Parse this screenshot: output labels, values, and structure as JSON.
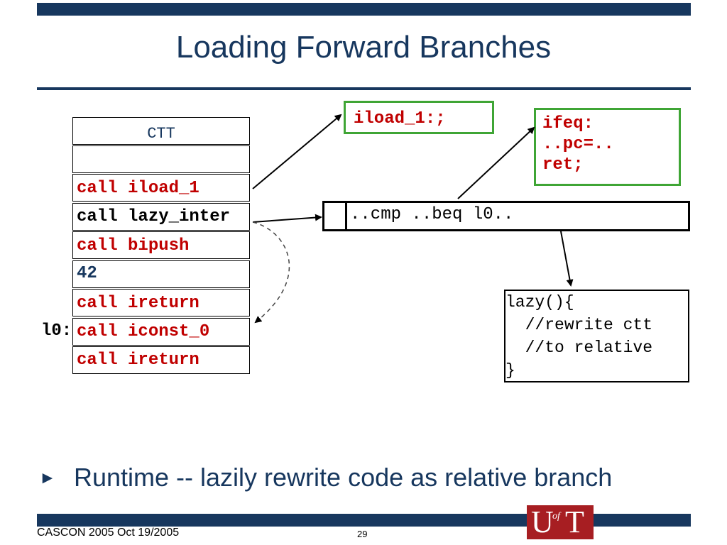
{
  "slide": {
    "title": "Loading Forward Branches"
  },
  "ctt": {
    "header": "CTT",
    "rows": [
      "call iload_1",
      "call lazy_inter",
      "call bipush",
      "42",
      "call ireturn",
      "call iconst_0",
      "call ireturn"
    ],
    "label_l0": "l0:"
  },
  "boxes": {
    "iload": "iload_1:;",
    "ifeq": "ifeq:\n..pc=..\nret;",
    "code_strip": "..cmp ..beq l0..",
    "lazy": "lazy(){\n  //rewrite ctt\n  //to relative\n}"
  },
  "bullet": {
    "icon": "triangle-right-icon",
    "text": "Runtime -- lazily rewrite code as relative branch"
  },
  "footer": {
    "left": "CASCON 2005 Oct 19/2005",
    "page": "29",
    "logo_u": "U",
    "logo_of": "of",
    "logo_t": "T"
  },
  "colors": {
    "navy": "#17375e",
    "red": "#c00000",
    "green": "#3fa535",
    "logo": "#a71e22"
  }
}
